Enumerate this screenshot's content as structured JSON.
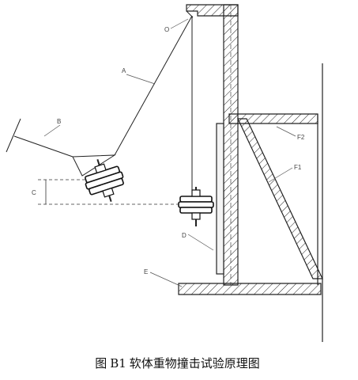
{
  "caption": {
    "prefix": "图",
    "number": "B1",
    "title": "软体重物撞击试验原理图"
  },
  "labels": {
    "pivot": "O",
    "rope": "A",
    "launch": "B",
    "drop_height": "C",
    "weight_rest": "D",
    "floor": "E",
    "frame1": "F1",
    "frame2": "F2"
  }
}
